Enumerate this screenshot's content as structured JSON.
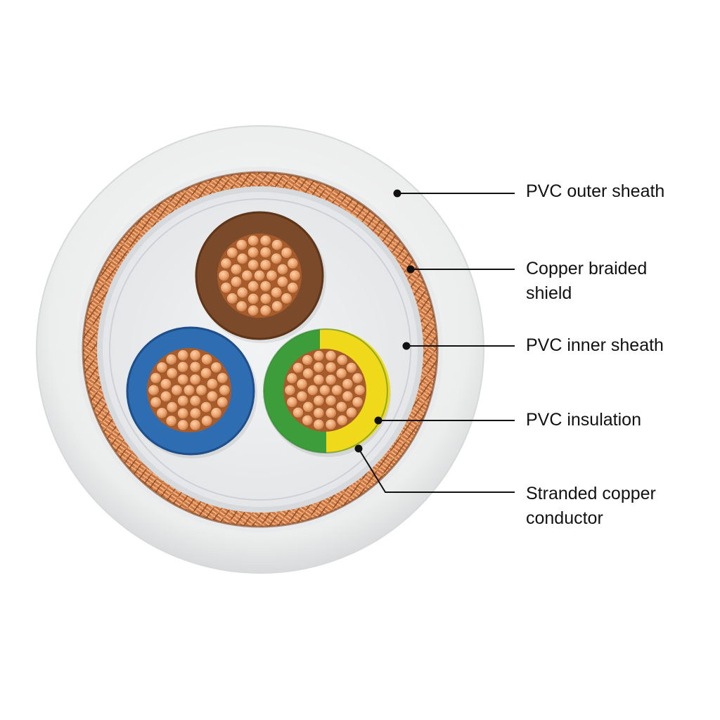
{
  "labels": {
    "outer_sheath": "PVC outer sheath",
    "braided_shield": "Copper braided\nshield",
    "inner_sheath": "PVC inner sheath",
    "insulation": "PVC insulation",
    "conductor": "Stranded copper\nconductor"
  },
  "colors": {
    "outer_sheath": "#eeeff0",
    "inner_sheath": "#e6e8ea",
    "copper": "#e0955f",
    "brown_insulation": "#7a4a2a",
    "blue_insulation": "#2f6db3",
    "green_insulation": "#3d9d3a",
    "yellow_insulation": "#f0d81a",
    "leader_line": "#111111"
  }
}
